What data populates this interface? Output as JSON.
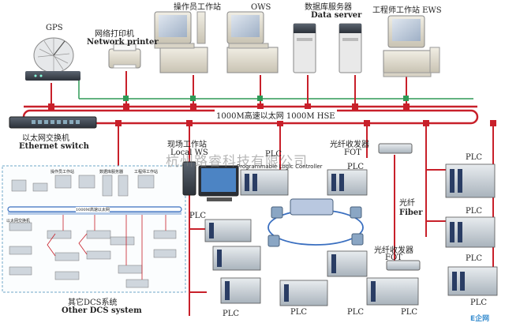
{
  "labels": {
    "gps": "GPS",
    "printer_cn": "网络打印机",
    "printer_en": "Network printer",
    "operator_cn": "操作员工作站",
    "ows": "OWS",
    "dbserver_cn": "数据库服务器",
    "dbserver_en": "Data server",
    "engineer": "工程师工作站 EWS",
    "hse_bus": "1000M高速以太网  1000M HSE",
    "switch_cn": "以太网交换机",
    "switch_en": "Ethernet switch",
    "local_ws_cn": "现场工作站",
    "local_ws_en": "Local WS",
    "plc_top": "PLC",
    "plc_controller": "Programmable Logic Controller",
    "fot_top_cn": "光纤收发器",
    "fot_top_en": "FOT",
    "plc_center": "PLC",
    "fiber_cn": "光纤",
    "fiber_en": "Fiber",
    "fot_bottom_cn": "光纤收发器",
    "fot_bottom_en": "FOT",
    "plc_left_mid": "PLC",
    "plc_right_1": "PLC",
    "plc_right_2": "PLC",
    "plc_right_3": "PLC",
    "plc_right_4": "PLC",
    "plc_bottom_1": "PLC",
    "plc_bottom_2": "PLC",
    "plc_bottom_3": "PLC",
    "plc_bottom_4": "PLC",
    "other_dcs_cn": "其它DCS系统",
    "other_dcs_en": "Other DCS system",
    "watermark": "杭州路睿科技有限公司",
    "site_logo": "E企网",
    "inset_titles": [
      "操作员工作站",
      "数据库服务器",
      "工程师工作站"
    ],
    "inset_bus": "1000M高速以太网",
    "inset_switch": "以太网交换机"
  },
  "colors": {
    "bus_red": "#c8202a",
    "bus_green": "#2f9a57",
    "inset_border": "#6fa7c8",
    "inset_bus_blue": "#3a6fc0"
  }
}
